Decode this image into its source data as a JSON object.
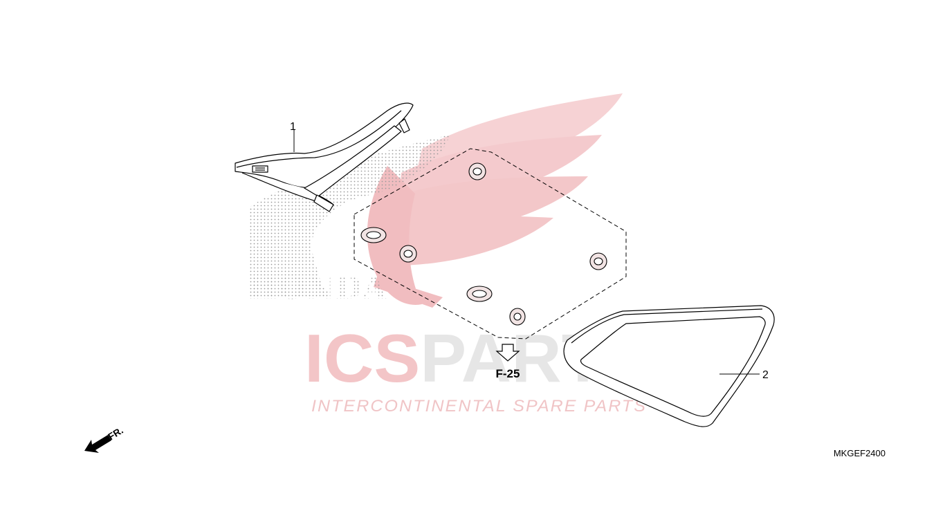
{
  "diagram": {
    "callouts": [
      {
        "id": "1",
        "label": "1"
      },
      {
        "id": "2",
        "label": "2"
      }
    ],
    "reference": "F-25",
    "direction_label": "FR.",
    "diagram_code": "MKGEF2400"
  },
  "watermark": {
    "brand_ics": "ICS",
    "brand_parts": "PARTS",
    "tagline": "INTERCONTINENTAL SPARE PARTS",
    "honda_text": "HONDA",
    "colors": {
      "red": "#f3c5c7",
      "gray": "#e6e6e6",
      "dots": "#9a9a9a"
    }
  },
  "parts": [
    {
      "name": "seat",
      "callout": "1"
    },
    {
      "name": "side-cover",
      "callout": "2"
    },
    {
      "name": "grommet-set",
      "reference": "F-25"
    }
  ]
}
